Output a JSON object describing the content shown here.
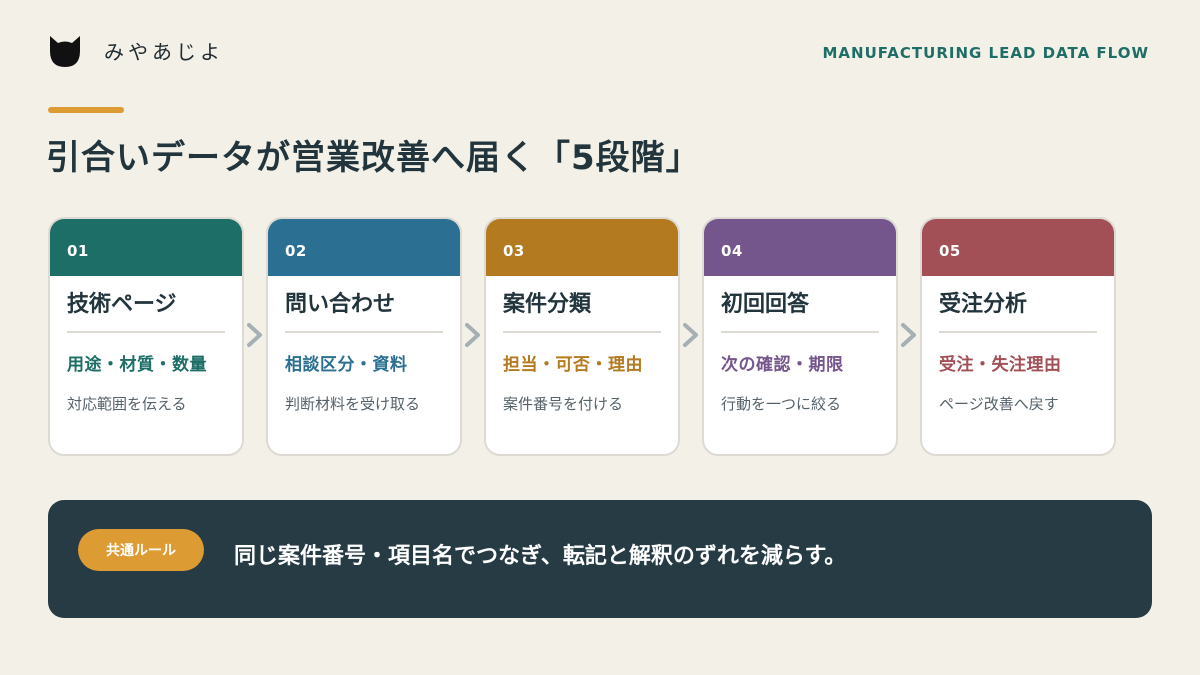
{
  "brand": {
    "name": "みやあじよ",
    "logo_icon": "cat-head-icon"
  },
  "header": {
    "tag": "MANUFACTURING LEAD DATA FLOW"
  },
  "title": "引合いデータが営業改善へ届く「5段階」",
  "steps": [
    {
      "number": "01",
      "title": "技術ページ",
      "subtitle": "用途・材質・数量",
      "description": "対応範囲を伝える",
      "color": "#1d6e66"
    },
    {
      "number": "02",
      "title": "問い合わせ",
      "subtitle": "相談区分・資料",
      "description": "判断材料を受け取る",
      "color": "#2b6f93"
    },
    {
      "number": "03",
      "title": "案件分類",
      "subtitle": "担当・可否・理由",
      "description": "案件番号を付ける",
      "color": "#b37a1f"
    },
    {
      "number": "04",
      "title": "初回回答",
      "subtitle": "次の確認・期限",
      "description": "行動を一つに絞る",
      "color": "#74568c"
    },
    {
      "number": "05",
      "title": "受注分析",
      "subtitle": "受注・失注理由",
      "description": "ページ改善へ戻す",
      "color": "#a34f56"
    }
  ],
  "arrow_icon": "chevron-right-icon",
  "rule": {
    "label": "共通ルール",
    "text": "同じ案件番号・項目名でつなぎ、転記と解釈のずれを減らす。",
    "accent_color": "#dc9b33",
    "background_color": "#263b44"
  }
}
